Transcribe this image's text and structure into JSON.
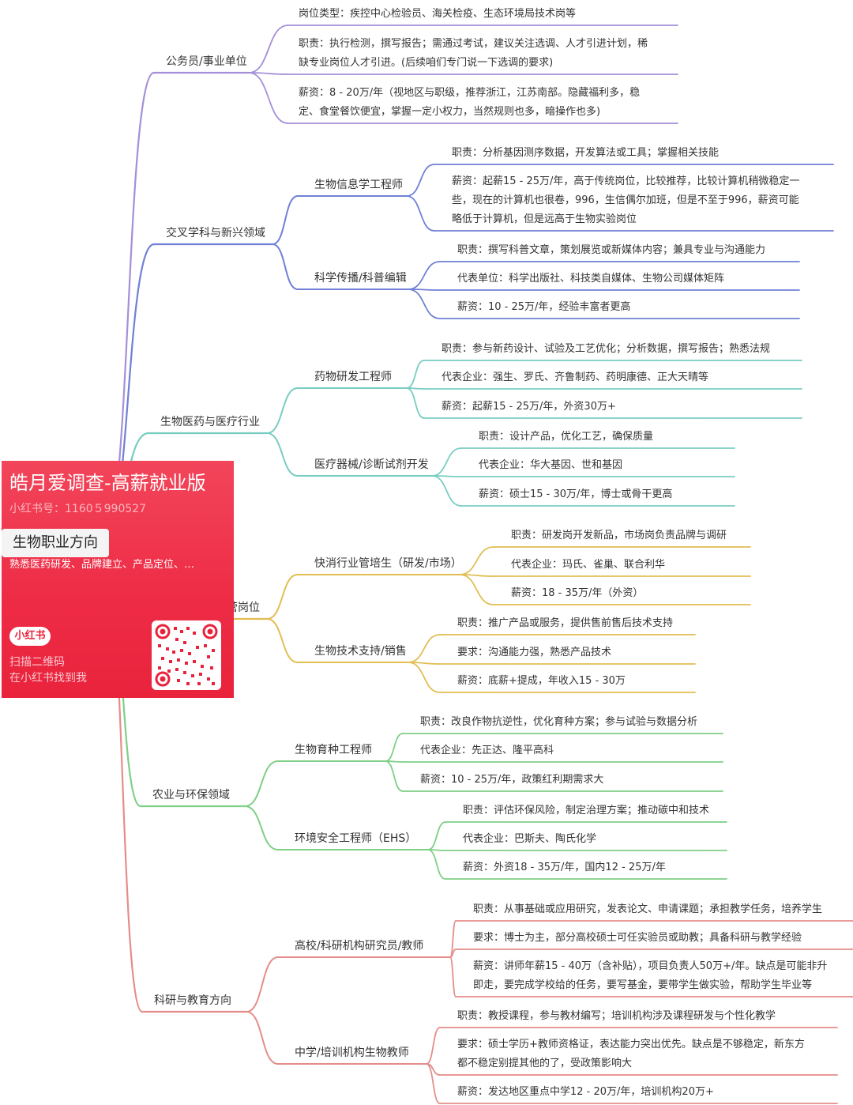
{
  "root": "生物职业方向",
  "overlay": {
    "title": "皓月爱调查-高薪就业版",
    "account": "小红书号：1160５990527",
    "description": "熟悉医药研发、品牌建立、产品定位、…",
    "logo": "小红书",
    "scan_line1": "扫描二维码",
    "scan_line2": "在小红书找到我"
  },
  "colors": {
    "purple": "#a48fd9",
    "blue": "#7080d6",
    "teal": "#78cdc2",
    "yellow": "#e2bd52",
    "green": "#7fcf86",
    "red": "#e58d8a",
    "overlay": "#ee2b45"
  },
  "branches": [
    {
      "label": "公务员/事业单位",
      "color": "purple",
      "leaves": [
        {
          "lines": [
            "岗位类型：疾控中心检验员、海关检疫、生态环境局技术岗等"
          ]
        },
        {
          "lines": [
            "职责：执行检测，撰写报告；需通过考试，建议关注选调、人才引进计划，稀",
            "缺专业岗位人才引进。(后续咱们专门说一下选调的要求)"
          ]
        },
        {
          "lines": [
            "薪资：8 - 20万/年（视地区与职级，推荐浙江，江苏南部。隐藏福利多，稳",
            "定、食堂餐饮便宜，掌握一定小权力，当然规则也多，暗操作也多)"
          ]
        }
      ]
    },
    {
      "label": "交叉学科与新兴领域",
      "color": "blue",
      "children": [
        {
          "label": "生物信息学工程师",
          "leaves": [
            {
              "lines": [
                "职责：分析基因测序数据，开发算法或工具；掌握相关技能"
              ]
            },
            {
              "lines": [
                "薪资：起薪15 - 25万/年，高于传统岗位，比较推荐，比较计算机稍微稳定一",
                "些，现在的计算机也很卷，996，生信偶尔加班，但是不至于996，薪资可能",
                "略低于计算机，但是远高于生物实验岗位"
              ]
            }
          ]
        },
        {
          "label": "科学传播/科普编辑",
          "leaves": [
            {
              "lines": [
                "职责：撰写科普文章，策划展览或新媒体内容；兼具专业与沟通能力"
              ]
            },
            {
              "lines": [
                "代表单位：科学出版社、科技类自媒体、生物公司媒体矩阵"
              ]
            },
            {
              "lines": [
                "薪资：10 - 25万/年，经验丰富者更高"
              ]
            }
          ]
        }
      ]
    },
    {
      "label": "生物医药与医疗行业",
      "color": "teal",
      "children": [
        {
          "label": "药物研发工程师",
          "leaves": [
            {
              "lines": [
                "职责：参与新药设计、试验及工艺优化；分析数据，撰写报告；熟悉法规"
              ]
            },
            {
              "lines": [
                "代表企业：强生、罗氏、齐鲁制药、药明康德、正大天晴等"
              ]
            },
            {
              "lines": [
                "薪资：起薪15 - 25万/年，外资30万+"
              ]
            }
          ]
        },
        {
          "label": "医疗器械/诊断试剂开发",
          "leaves": [
            {
              "lines": [
                "职责：设计产品，优化工艺，确保质量"
              ]
            },
            {
              "lines": [
                "代表企业：华大基因、世和基因"
              ]
            },
            {
              "lines": [
                "薪资：硕士15 - 30万/年，博士或骨干更高"
              ]
            }
          ]
        }
      ]
    },
    {
      "label": "企业技术与运营岗位",
      "color": "yellow",
      "children": [
        {
          "label": "快消行业管培生（研发/市场）",
          "leaves": [
            {
              "lines": [
                "职责：研发岗开发新品，市场岗负责品牌与调研"
              ]
            },
            {
              "lines": [
                "代表企业：玛氏、雀巢、联合利华"
              ]
            },
            {
              "lines": [
                "薪资：18 - 35万/年（外资）"
              ]
            }
          ]
        },
        {
          "label": "生物技术支持/销售",
          "leaves": [
            {
              "lines": [
                "职责：推广产品或服务，提供售前售后技术支持"
              ]
            },
            {
              "lines": [
                "要求：沟通能力强，熟悉产品技术"
              ]
            },
            {
              "lines": [
                "薪资：底薪+提成，年收入15 - 30万"
              ]
            }
          ]
        }
      ]
    },
    {
      "label": "农业与环保领域",
      "color": "green",
      "children": [
        {
          "label": "生物育种工程师",
          "leaves": [
            {
              "lines": [
                "职责：改良作物抗逆性，优化育种方案；参与试验与数据分析"
              ]
            },
            {
              "lines": [
                "代表企业：先正达、隆平高科"
              ]
            },
            {
              "lines": [
                "薪资：10 - 25万/年，政策红利期需求大"
              ]
            }
          ]
        },
        {
          "label": "环境安全工程师（EHS）",
          "leaves": [
            {
              "lines": [
                "职责：评估环保风险，制定治理方案；推动碳中和技术"
              ]
            },
            {
              "lines": [
                "代表企业：巴斯夫、陶氏化学"
              ]
            },
            {
              "lines": [
                "薪资：外资18 - 35万/年，国内12 - 25万/年"
              ]
            }
          ]
        }
      ]
    },
    {
      "label": "科研与教育方向",
      "color": "red",
      "children": [
        {
          "label": "高校/科研机构研究员/教师",
          "leaves": [
            {
              "lines": [
                "职责：从事基础或应用研究，发表论文、申请课题；承担教学任务，培养学生"
              ]
            },
            {
              "lines": [
                "要求：博士为主，部分高校硕士可任实验员或助教；具备科研与教学经验"
              ]
            },
            {
              "lines": [
                "薪资：讲师年薪15 - 40万（含补贴），项目负责人50万+/年。缺点是可能非升",
                "即走，要完成学校给的任务，要写基金，要带学生做实验，帮助学生毕业等"
              ]
            }
          ]
        },
        {
          "label": "中学/培训机构生物教师",
          "leaves": [
            {
              "lines": [
                "职责：教授课程，参与教材编写；培训机构涉及课程研发与个性化教学"
              ]
            },
            {
              "lines": [
                "要求：硕士学历+教师资格证，表达能力突出优先。缺点是不够稳定，新东方",
                "都不稳定别提其他的了，受政策影响大"
              ]
            },
            {
              "lines": [
                "薪资：发达地区重点中学12 - 20万/年，培训机构20万+"
              ]
            }
          ]
        }
      ]
    }
  ]
}
